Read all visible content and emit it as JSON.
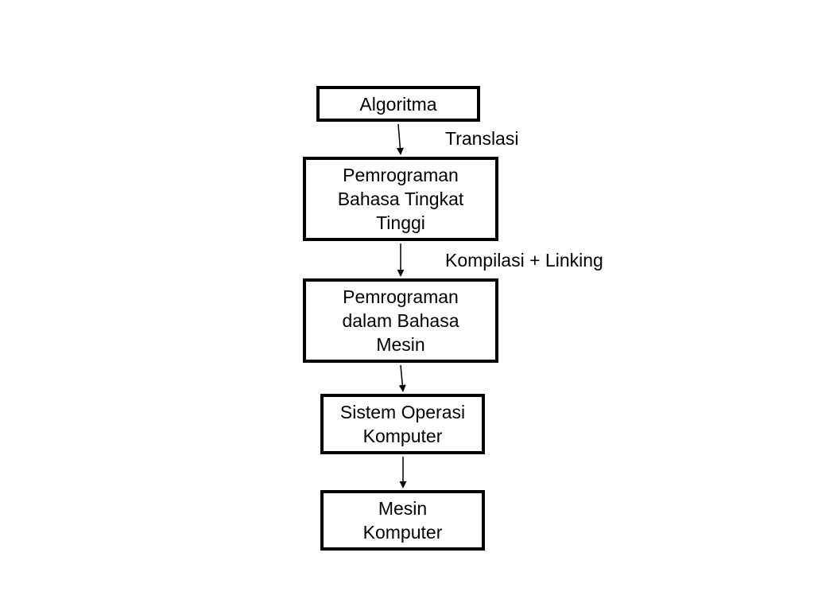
{
  "diagram": {
    "nodes": [
      {
        "id": "algoritma",
        "text": "Algoritma"
      },
      {
        "id": "pemrograman-bahasa-tingkat-tinggi",
        "text": "Pemrograman\nBahasa Tingkat\nTinggi"
      },
      {
        "id": "pemrograman-dalam-bahasa-mesin",
        "text": "Pemrograman\ndalam Bahasa\nMesin"
      },
      {
        "id": "sistem-operasi-komputer",
        "text": "Sistem Operasi\nKomputer"
      },
      {
        "id": "mesin-komputer",
        "text": "Mesin\nKomputer"
      }
    ],
    "edges": [
      {
        "from": "algoritma",
        "to": "pemrograman-bahasa-tingkat-tinggi",
        "label": "Translasi"
      },
      {
        "from": "pemrograman-bahasa-tingkat-tinggi",
        "to": "pemrograman-dalam-bahasa-mesin",
        "label": "Kompilasi + Linking"
      },
      {
        "from": "pemrograman-dalam-bahasa-mesin",
        "to": "sistem-operasi-komputer",
        "label": ""
      },
      {
        "from": "sistem-operasi-komputer",
        "to": "mesin-komputer",
        "label": ""
      }
    ]
  }
}
